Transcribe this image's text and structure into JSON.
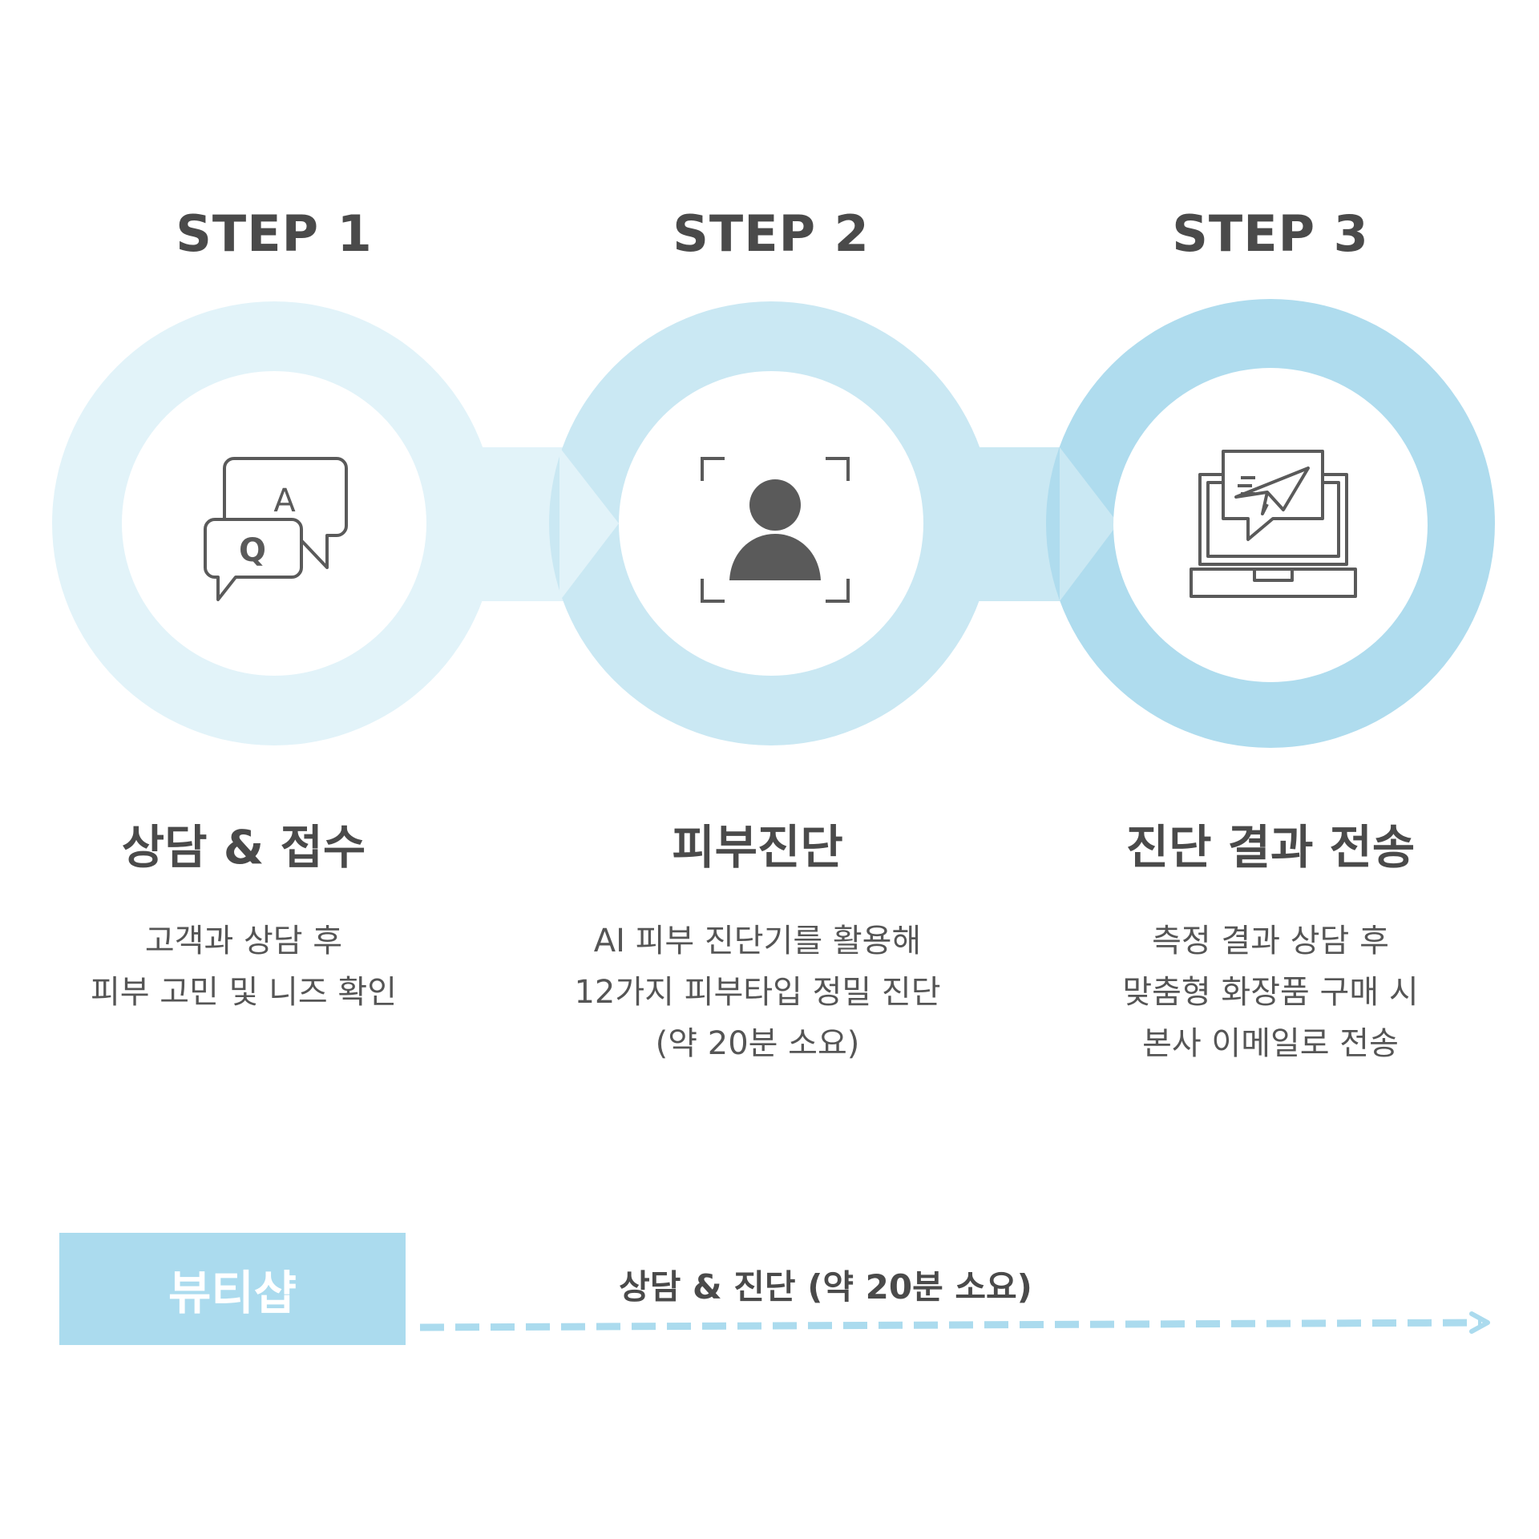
{
  "colors": {
    "circle_1": "#e2f3f9",
    "circle_2": "#cae8f3",
    "circle_3": "#afdcee",
    "icon": "#5a5a5a",
    "text": "#4a4a4a",
    "dashes": "#abdbee"
  },
  "steps": [
    {
      "label": "STEP 1",
      "title": "상담 & 접수",
      "icon": "qa-chat-bubbles-icon",
      "description": [
        "고객과 상담 후",
        "피부 고민 및 니즈 확인"
      ]
    },
    {
      "label": "STEP 2",
      "title": "피부진단",
      "icon": "face-scan-person-icon",
      "description": [
        "AI 피부 진단기를 활용해",
        "12가지 피부타입 정밀 진단",
        "(약 20분 소요)"
      ]
    },
    {
      "label": "STEP 3",
      "title": "진단 결과 전송",
      "icon": "laptop-paper-plane-icon",
      "description": [
        "측정 결과 상담 후",
        "맞춤형 화장품 구매 시",
        "본사 이메일로 전송"
      ]
    }
  ],
  "icon_letters": {
    "answer": "A",
    "question": "Q"
  },
  "timeline": {
    "shop_label": "뷰티샵",
    "label": "상담 & 진단 (약 20분 소요)"
  }
}
